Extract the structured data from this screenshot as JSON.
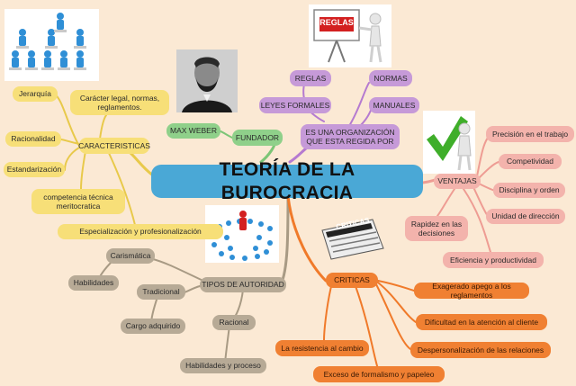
{
  "central": {
    "title": "TEORÍA DE LA BUROCRACIA"
  },
  "fundador": {
    "label": "FUNDADOR",
    "person": "MAX WEBER"
  },
  "definicion": {
    "label": "ES UNA ORGANIZACIÓN QUE ESTA REGIDA POR",
    "leyes": "LEYES FORMALES",
    "items": [
      "REGLAS",
      "NORMAS",
      "MANUALES"
    ]
  },
  "caracteristicas": {
    "label": "CARACTERISTICAS",
    "items": [
      "Jerarquía",
      "Carácter legal, normas, reglamentos.",
      "Racionalidad",
      "Estandarización",
      "competencia técnica meritocratica",
      "Especialización y profesionalización"
    ]
  },
  "ventajas": {
    "label": "VENTAJAS",
    "items": [
      "Precisión en el trabajo",
      "Competividad",
      "Disciplina y orden",
      "Unidad de dirección",
      "Rapidez en las decisiones",
      "Eficiencia y productividad"
    ]
  },
  "tipos": {
    "label": "TIPOS DE AUTORIDAD",
    "items": [
      "Carismática",
      "Habilidades",
      "Tradicional",
      "Cargo adquirido",
      "Racional",
      "Habilidades y proceso"
    ]
  },
  "criticas": {
    "label": "CRITICAS",
    "items": [
      "Exagerado apego a los reglamentos",
      "Dificultad en la atención al cliente",
      "Despersonalización de las relaciones",
      "La resistencia al cambio",
      "Exceso de formalismo y papeleo"
    ]
  },
  "images": {
    "reglas_sign": "REGLAS",
    "criticas_paper": "CRITICAS"
  },
  "colors": {
    "background": "#fbe9d4",
    "central": "#4aa8d6",
    "yellow": "#f7df78",
    "purple": "#c69ad8",
    "green": "#8fd08a",
    "pink": "#f3b3ac",
    "orange": "#f08032",
    "taupe": "#b7aa96"
  }
}
